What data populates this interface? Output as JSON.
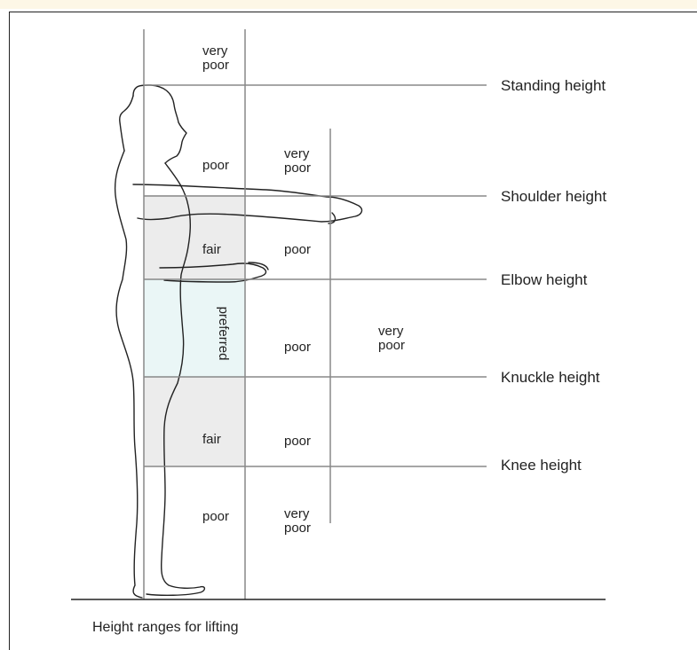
{
  "diagram": {
    "caption": "Height ranges for lifting",
    "levels": {
      "standing": "Standing height",
      "shoulder": "Shoulder height",
      "elbow": "Elbow height",
      "knuckle": "Knuckle height",
      "knee": "Knee height"
    },
    "inner_column": {
      "very_poor": [
        "very",
        "poor"
      ],
      "poor_top": "poor",
      "fair_upper": "fair",
      "preferred": "preferred",
      "fair_lower": "fair",
      "poor_bottom": "poor"
    },
    "middle_column": {
      "very_poor_top": [
        "very",
        "poor"
      ],
      "poor_1": "poor",
      "poor_2": "poor",
      "poor_3": "poor",
      "very_poor_bottom": [
        "very",
        "poor"
      ]
    },
    "outer_column": {
      "very_poor": [
        "very",
        "poor"
      ]
    },
    "colors": {
      "fair_zone": "#ececec",
      "preferred_zone": "#eaf6f6",
      "lines": "#888888"
    }
  }
}
